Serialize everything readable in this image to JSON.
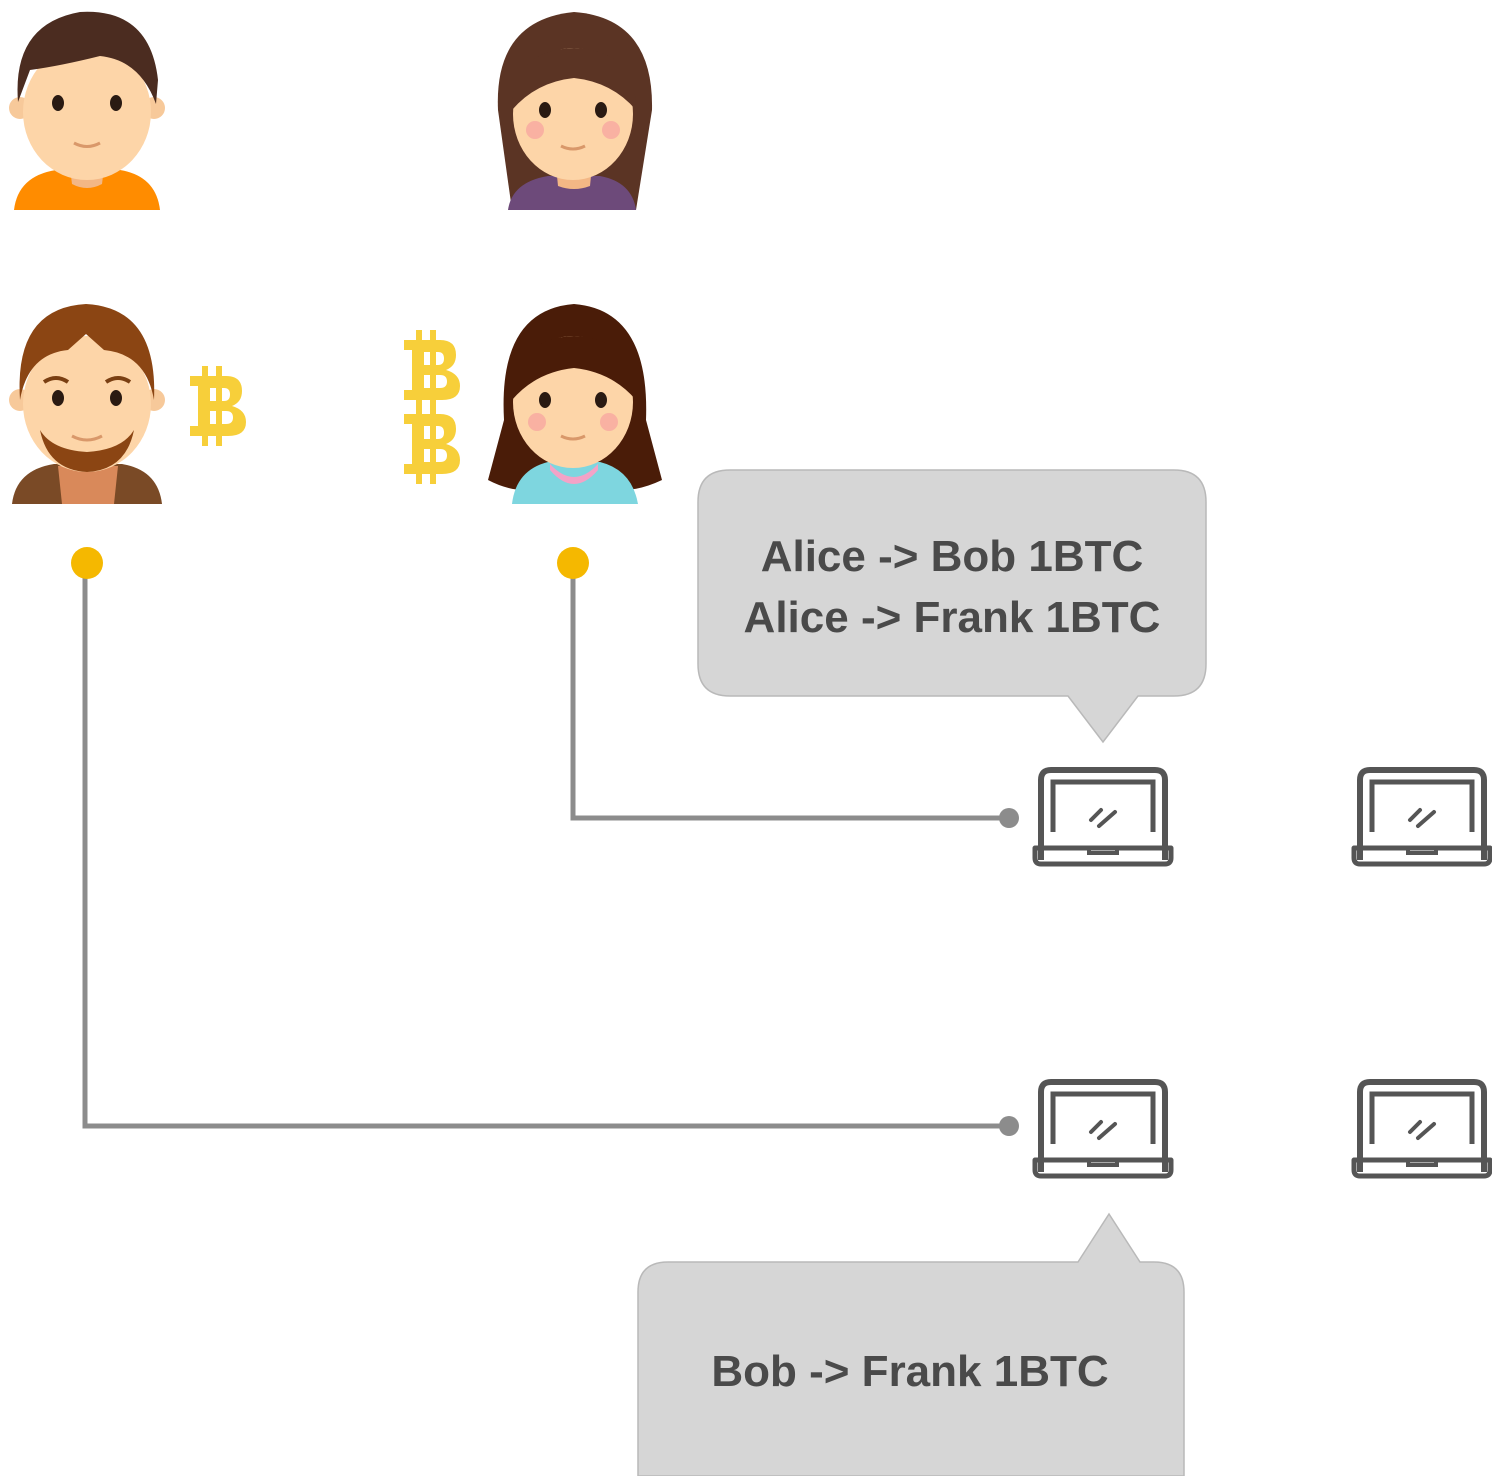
{
  "colors": {
    "background": "#ffffff",
    "connector": "#8c8c8c",
    "node_dot": "#f5b800",
    "bubble_fill": "#d6d6d6",
    "bubble_stroke": "#b9b9b9",
    "bubble_text": "#4a4a4a",
    "laptop": "#555555",
    "bitcoin": "#f7cf3a"
  },
  "people": [
    {
      "id": "person-1",
      "icon": "boy-orange-shirt-avatar"
    },
    {
      "id": "person-2",
      "icon": "woman-purple-top-avatar"
    },
    {
      "id": "person-3",
      "icon": "bearded-man-brown-jacket-avatar",
      "coins": 1
    },
    {
      "id": "person-4",
      "icon": "girl-teal-hoodie-avatar",
      "coins": 2
    }
  ],
  "bubbles": {
    "top": {
      "lines": [
        "Alice -> Bob 1BTC",
        "Alice -> Frank 1BTC"
      ]
    },
    "bottom": {
      "lines": [
        "Bob -> Frank 1BTC"
      ]
    }
  },
  "nodes": [
    {
      "id": "laptop-1",
      "icon": "laptop-icon"
    },
    {
      "id": "laptop-2",
      "icon": "laptop-icon"
    },
    {
      "id": "laptop-3",
      "icon": "laptop-icon"
    },
    {
      "id": "laptop-4",
      "icon": "laptop-icon"
    }
  ]
}
